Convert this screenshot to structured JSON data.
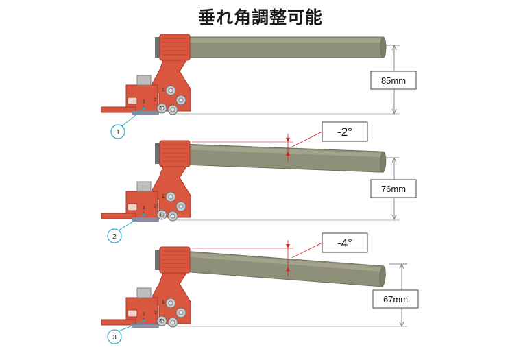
{
  "title": "垂れ角調整可能",
  "colors": {
    "bracket": "#d9573f",
    "bracket_dark": "#a63a28",
    "bar": "#8f9079",
    "bar_dark": "#6e6f5c",
    "bolt": "#c9cbcf",
    "dim_line": "#888888",
    "angle_arrow": "#d92020",
    "marker": "#2ba8c8"
  },
  "configs": [
    {
      "marker": "1",
      "measurement": "85mm",
      "angle": ""
    },
    {
      "marker": "2",
      "measurement": "76mm",
      "angle": "-2°"
    },
    {
      "marker": "3",
      "measurement": "67mm",
      "angle": "-4°"
    }
  ],
  "bolt_position_labels": [
    "1",
    "2",
    "3"
  ]
}
